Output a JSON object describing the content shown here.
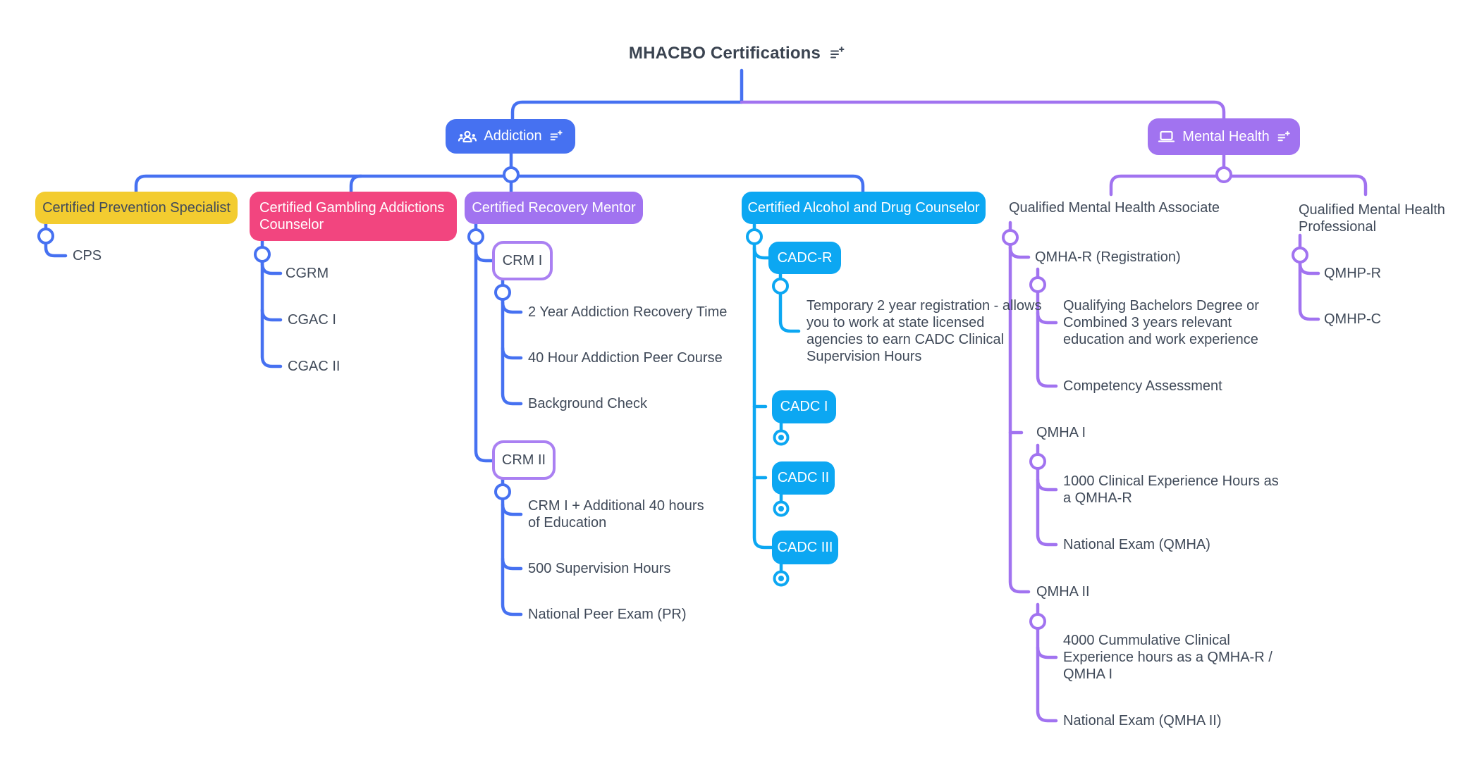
{
  "title": {
    "text": "MHACBO Certifications"
  },
  "colors": {
    "branch_blue": "#4671f1",
    "branch_purple": "#a173f0",
    "node_yellow": "#f3cc30",
    "node_pink": "#f2457f",
    "node_cyan": "#0ca7f2",
    "subtopic_border_purple": "#aa80f2",
    "text_dark": "#404a59",
    "background": "#ffffff"
  },
  "icons": {
    "title_icon": "outline-add-icon",
    "addiction_icon": "people-group-icon",
    "mental_health_icon": "laptop-icon"
  },
  "addiction": {
    "label": "Addiction",
    "prevention": {
      "label": "Certified Prevention Specialist",
      "cps": "CPS"
    },
    "gambling": {
      "label": "Certified Gambling Addictions Counselor",
      "items": [
        "CGRM",
        "CGAC I",
        "CGAC II"
      ]
    },
    "recovery": {
      "label": "Certified Recovery Mentor",
      "crm1": {
        "label": "CRM I",
        "items": [
          "2 Year Addiction Recovery Time",
          "40 Hour Addiction Peer Course",
          "Background Check"
        ]
      },
      "crm2": {
        "label": "CRM II",
        "items": [
          "CRM I + Additional 40 hours of Education",
          "500 Supervision Hours",
          "National Peer Exam (PR)"
        ]
      }
    },
    "cadc": {
      "label": "Certified Alcohol and Drug Counselor",
      "cadc_r": {
        "label": "CADC-R",
        "description": "Temporary 2 year registration - allows you to work at state licensed agencies to earn CADC Clinical Supervision Hours"
      },
      "levels": [
        "CADC I",
        "CADC II",
        "CADC III"
      ]
    }
  },
  "mental_health": {
    "label": "Mental Health",
    "qmha": {
      "label": "Qualified Mental Health Associate",
      "qmha_r": {
        "label": "QMHA-R (Registration)",
        "items": [
          "Qualifying Bachelors Degree or Combined 3 years relevant education and work experience",
          "Competency Assessment"
        ]
      },
      "qmha_1": {
        "label": "QMHA I",
        "items": [
          "1000 Clinical Experience Hours as a QMHA-R",
          "National Exam (QMHA)"
        ]
      },
      "qmha_2": {
        "label": "QMHA II",
        "items": [
          "4000 Cummulative Clinical Experience hours as a QMHA-R / QMHA I",
          "National Exam (QMHA II)"
        ]
      }
    },
    "qmhp": {
      "label": "Qualified Mental Health Professional",
      "items": [
        "QMHP-R",
        "QMHP-C"
      ]
    }
  }
}
